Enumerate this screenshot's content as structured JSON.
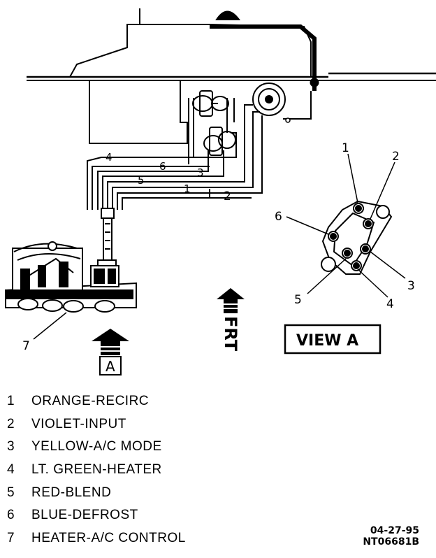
{
  "diagram": {
    "callouts": {
      "c1": "1",
      "c2": "2",
      "c3": "3",
      "c4": "4",
      "c5": "5",
      "c6": "6",
      "c7": "7"
    },
    "harness_labels": {
      "h4": "4",
      "h6": "6",
      "h3": "3",
      "h5": "5",
      "h1": "1",
      "h2": "2"
    },
    "frt_label": "FRT",
    "view_label": "VIEW A",
    "view_box_label": "A"
  },
  "legend": [
    {
      "num": "1",
      "text": "ORANGE-RECIRC"
    },
    {
      "num": "2",
      "text": "VIOLET-INPUT"
    },
    {
      "num": "3",
      "text": "YELLOW-A/C MODE"
    },
    {
      "num": "4",
      "text": "LT. GREEN-HEATER"
    },
    {
      "num": "5",
      "text": "RED-BLEND"
    },
    {
      "num": "6",
      "text": "BLUE-DEFROST"
    },
    {
      "num": "7",
      "text": "HEATER-A/C CONTROL"
    }
  ],
  "footer": {
    "date": "04-27-95",
    "code": "NT06681B"
  }
}
